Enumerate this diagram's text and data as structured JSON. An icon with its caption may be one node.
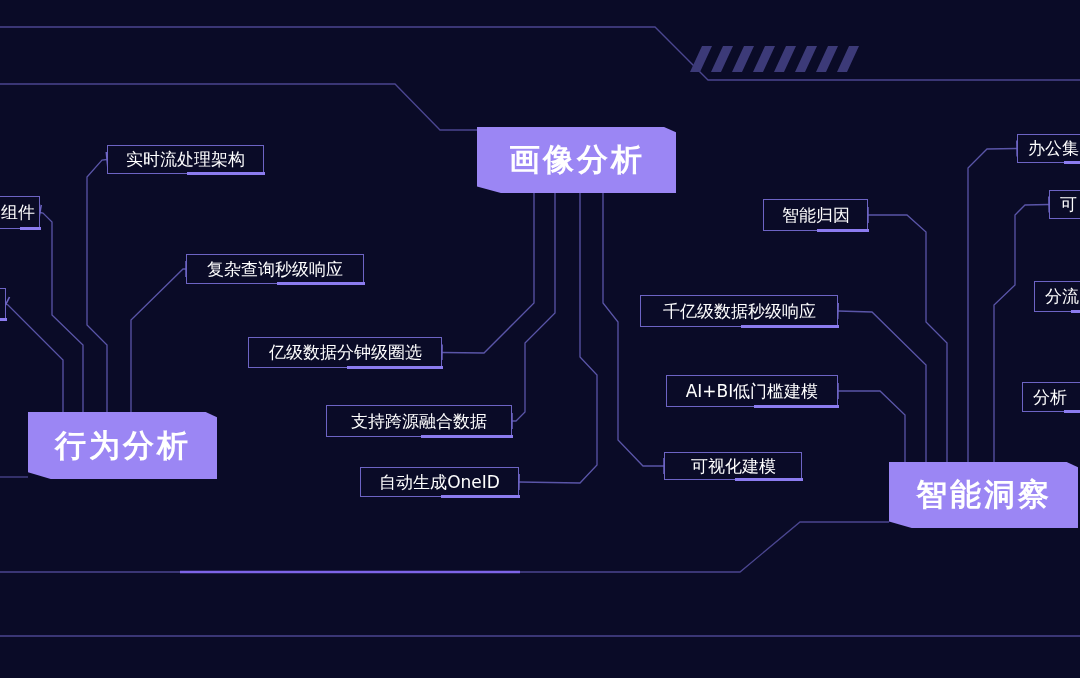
{
  "diagram": {
    "nodes": [
      {
        "text": [
          "画像分析"
        ]
      },
      {
        "text": [
          "行为分析"
        ]
      },
      {
        "text": [
          "智能洞察"
        ]
      },
      {
        "text": [
          "实时流处理架构"
        ]
      },
      {
        "text": [
          "组件"
        ]
      },
      {
        "text": [],
        "shape": "box"
      },
      {
        "text": [
          "复杂查询秒级响应"
        ]
      },
      {
        "text": [
          "亿级数据分钟级圈选"
        ]
      },
      {
        "text": [
          "支持跨源融合数据"
        ]
      },
      {
        "text": [
          "自动生成OneID"
        ]
      },
      {
        "text": [
          "可视化建模"
        ]
      },
      {
        "text": [
          "智能归因"
        ]
      },
      {
        "text": [
          "千亿级数据秒级响应"
        ]
      },
      {
        "text": [
          "AI+BI低门槛建模"
        ]
      },
      {
        "text": [
          "办公集"
        ]
      },
      {
        "text": [
          "可"
        ]
      },
      {
        "text": [
          "分流"
        ]
      },
      {
        "text": [
          "分析"
        ]
      }
    ],
    "edges": [
      {
        "from": 1,
        "to": 3,
        "arrow": "other"
      },
      {
        "from": 1,
        "to": 4,
        "arrow": "other"
      },
      {
        "from": 1,
        "to": 5,
        "arrow": "other"
      },
      {
        "from": 1,
        "to": 6,
        "arrow": "other"
      },
      {
        "from": 0,
        "to": 7,
        "arrow": "other"
      },
      {
        "from": 0,
        "to": 8,
        "arrow": "other"
      },
      {
        "from": 0,
        "to": 9,
        "arrow": "other"
      },
      {
        "from": 0,
        "to": 10,
        "arrow": "other"
      },
      {
        "from": 2,
        "to": 11,
        "arrow": "other"
      },
      {
        "from": 2,
        "to": 12,
        "arrow": "other"
      },
      {
        "from": 2,
        "to": 13,
        "arrow": "other"
      },
      {
        "from": 2,
        "to": 14,
        "arrow": "other"
      },
      {
        "from": 2,
        "to": 15,
        "arrow": "other"
      }
    ]
  }
}
